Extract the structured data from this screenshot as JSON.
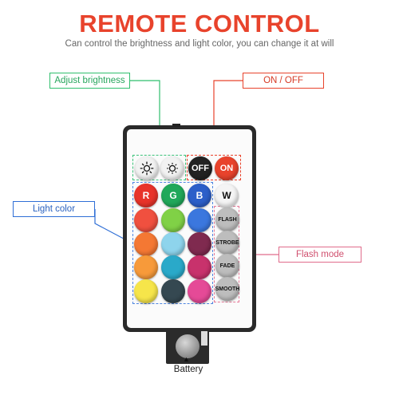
{
  "header": {
    "title": "REMOTE CONTROL",
    "subtitle": "Can control the brightness and light color, you can change it at will"
  },
  "callouts": {
    "adjust_brightness": "Adjust brightness",
    "on_off": "ON / OFF",
    "light_color": "Light color",
    "flash_mode": "Flash mode"
  },
  "buttons": {
    "brightness_up_icon": "sun-icon",
    "brightness_down_icon": "sun-icon",
    "off": "OFF",
    "on": "ON",
    "r": "R",
    "g": "G",
    "b": "B",
    "w": "W",
    "flash": "FLASH",
    "strobe": "STROBE",
    "fade": "FADE",
    "smooth": "SMOOTH"
  },
  "color_grid": [
    [
      "#f0503f",
      "#80d146",
      "#3b77de"
    ],
    [
      "#f47833",
      "#8ed4ec",
      "#7f2a4f"
    ],
    [
      "#f79a3a",
      "#2aa9c9",
      "#c8326c"
    ],
    [
      "#f6e54a",
      "#354851",
      "#e54a97"
    ]
  ],
  "colors": {
    "title": "#e8432c",
    "brightness": "#2fbf6d",
    "onoff": "#e8432c",
    "light": "#2f6fd6",
    "flash": "#e06c8c"
  },
  "battery": {
    "label": "Battery",
    "arrow": "▲"
  }
}
